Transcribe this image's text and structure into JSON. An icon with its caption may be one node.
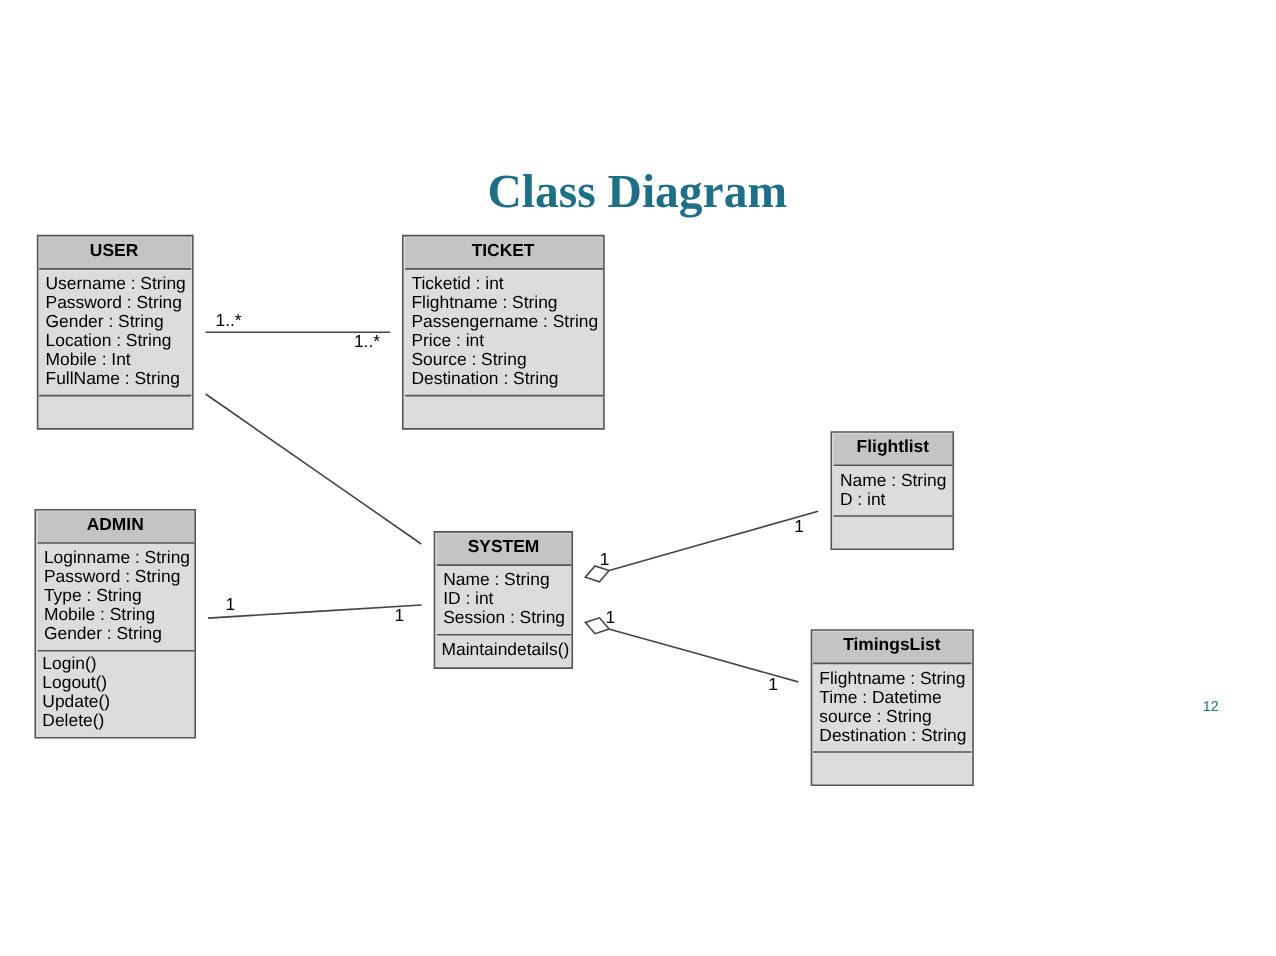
{
  "diagram": {
    "title": "Class Diagram",
    "nodes": [
      {
        "text": [
          "USER",
          "Username : String",
          "Password : String",
          "Gender : String",
          "Location : String",
          "Mobile : Int",
          "FullName : String"
        ]
      },
      {
        "text": [
          "TICKET",
          "Ticketid : int",
          "Flightname : String",
          "Passengername : String",
          "Price : int",
          "Source : String",
          "Destination : String"
        ]
      },
      {
        "text": [
          "ADMIN",
          "Loginname : String",
          "Password : String",
          "Type : String",
          "Mobile : String",
          "Gender : String",
          "Login()",
          "Logout()",
          "Update()",
          "Delete()"
        ]
      },
      {
        "text": [
          "SYSTEM",
          "Name : String",
          "ID : int",
          "Session : String",
          "Maintaindetails()"
        ]
      },
      {
        "text": [
          "Flightlist",
          "Name : String",
          "D : int"
        ]
      },
      {
        "text": [
          "TimingsList",
          "Flightname : String",
          "Time : Datetime",
          "source : String",
          "Destination : String"
        ]
      }
    ],
    "edges": [
      {
        "from": 0,
        "to": 1,
        "arrow": "none"
      },
      {
        "from": 0,
        "to": 3,
        "arrow": "none"
      },
      {
        "from": 2,
        "to": 3,
        "arrow": "none"
      },
      {
        "from": 3,
        "to": 4,
        "arrow": "other"
      },
      {
        "from": 3,
        "to": 5,
        "arrow": "other"
      }
    ],
    "labels": [
      "1..*",
      "1..*",
      "1",
      "1",
      "1",
      "1",
      "1",
      "1",
      "12"
    ]
  }
}
